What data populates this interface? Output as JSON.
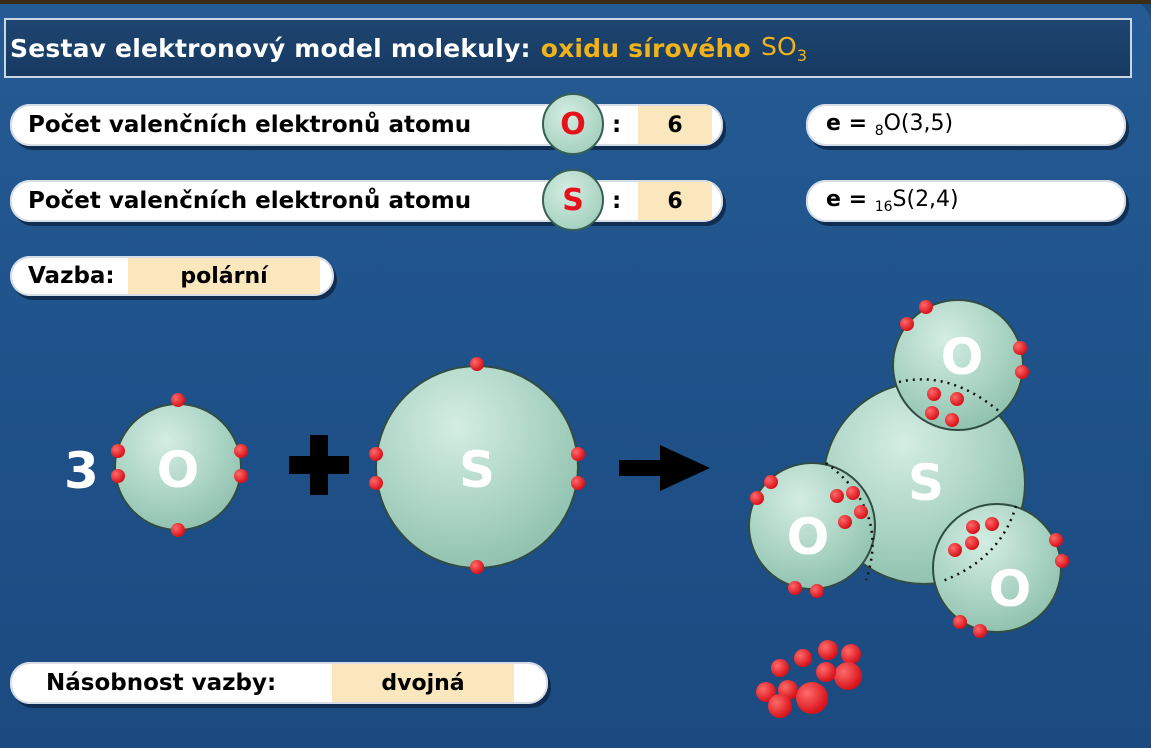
{
  "title": {
    "prefix": "Sestav elektronový model molekuly:",
    "substance": "oxidu sírového",
    "formula_base": "SO",
    "formula_sub": "3"
  },
  "valence_rows": [
    {
      "label": "Počet valenčních elektronů atomu",
      "symbol": "O",
      "colon": ":",
      "value": "6"
    },
    {
      "label": "Počet valenčních elektronů atomu",
      "symbol": "S",
      "colon": ":",
      "value": "6"
    }
  ],
  "configs": [
    {
      "prefix": "e =",
      "sub": "8",
      "rest": "O(3,5)"
    },
    {
      "prefix": "e =",
      "sub": "16",
      "rest": "S(2,4)"
    }
  ],
  "bond": {
    "label": "Vazba:",
    "value": "polární"
  },
  "multiplicity": {
    "label": "Násobnost vazby:",
    "value": "dvojná"
  },
  "equation": {
    "coefficient": "3",
    "reactant_oxygen": "O",
    "reactant_sulfur": "S",
    "product_sulfur": "S",
    "product_oxygen_top": "O",
    "product_oxygen_left": "O",
    "product_oxygen_right": "O"
  },
  "colors": {
    "background": "#1f5189",
    "accent": "#f0b31a",
    "atom_fill": "#a9d3c2",
    "electron": "#e0171d",
    "value_field": "#fbe7bd"
  }
}
